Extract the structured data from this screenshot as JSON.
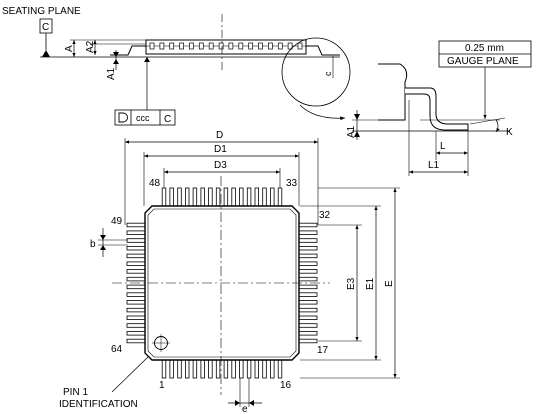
{
  "labels": {
    "seating_plane": "SEATING PLANE",
    "seating_ref": "C",
    "dim_A": "A",
    "dim_A2": "A2",
    "dim_A1": "A1",
    "dim_c": "c",
    "flatness_value": "ccc",
    "flatness_ref": "C",
    "gauge_value": "0.25 mm",
    "gauge_plane": "GAUGE PLANE",
    "dim_A1_detail": "A1",
    "dim_K": "K",
    "dim_L": "L",
    "dim_L1": "L1",
    "dim_D": "D",
    "dim_D1": "D1",
    "dim_D3": "D3",
    "dim_E": "E",
    "dim_E1": "E1",
    "dim_E3": "E3",
    "dim_b": "b",
    "dim_e": "e",
    "pin_48": "48",
    "pin_33": "33",
    "pin_49": "49",
    "pin_32": "32",
    "pin_64": "64",
    "pin_17": "17",
    "pin_1": "1",
    "pin_16": "16",
    "pin1_line1": "PIN 1",
    "pin1_line2": "IDENTIFICATION"
  },
  "package": {
    "pins_per_side": 16
  }
}
